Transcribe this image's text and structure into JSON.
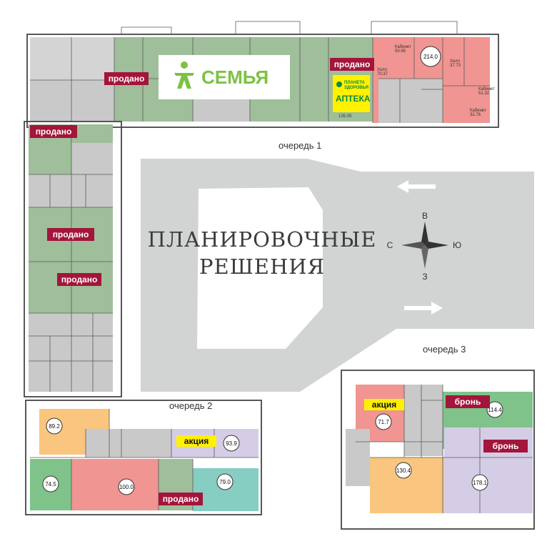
{
  "title": {
    "line1": "ПЛАНИРОВОЧНЫЕ",
    "line2": "РЕШЕНИЯ"
  },
  "queues": {
    "q1": "очередь 1",
    "q2": "очередь 2",
    "q3": "очередь 3"
  },
  "compass": {
    "n": "В",
    "s": "З",
    "w": "С",
    "e": "Ю"
  },
  "store": {
    "name": "СЕМЬЯ",
    "icon": "person-logo-icon"
  },
  "pharmacy": {
    "name": "АПТЕКА",
    "brand_line1": "ПЛАНЕТА",
    "brand_line2": "ЗДОРОВЬЯ",
    "area": "135.05"
  },
  "status": {
    "sold": "продано",
    "reserved": "бронь",
    "promo": "акция"
  },
  "queue1_office": {
    "area": "214.0",
    "rooms": [
      {
        "name": "Кабинет",
        "area": "50.95"
      },
      {
        "name": "Холл",
        "area": "37.73"
      },
      {
        "name": "Холл",
        "area": "70.37"
      },
      {
        "name": "Кабинет",
        "area": "51.32"
      },
      {
        "name": "Кабинет",
        "area": "32.76"
      }
    ]
  },
  "units": {
    "q2_a": "89.2",
    "q2_b": "74.5",
    "q2_c": "100.0",
    "q2_d": "93.9",
    "q2_e": "79.0",
    "q3_a": "71.7",
    "q3_b": "130.4",
    "q3_c": "114.4",
    "q3_d": "178.1"
  },
  "colors": {
    "sold_green": "#9fbe9a",
    "gray": "#c9c9c9",
    "salmon": "#f09591",
    "orange": "#f9c57f",
    "lavender": "#d5cde6",
    "teal": "#86cdc2",
    "green_unit": "#7fc38a",
    "sold_tag": "#a3153a",
    "promo_tag": "#fff100",
    "road": "#d1d4d3"
  }
}
